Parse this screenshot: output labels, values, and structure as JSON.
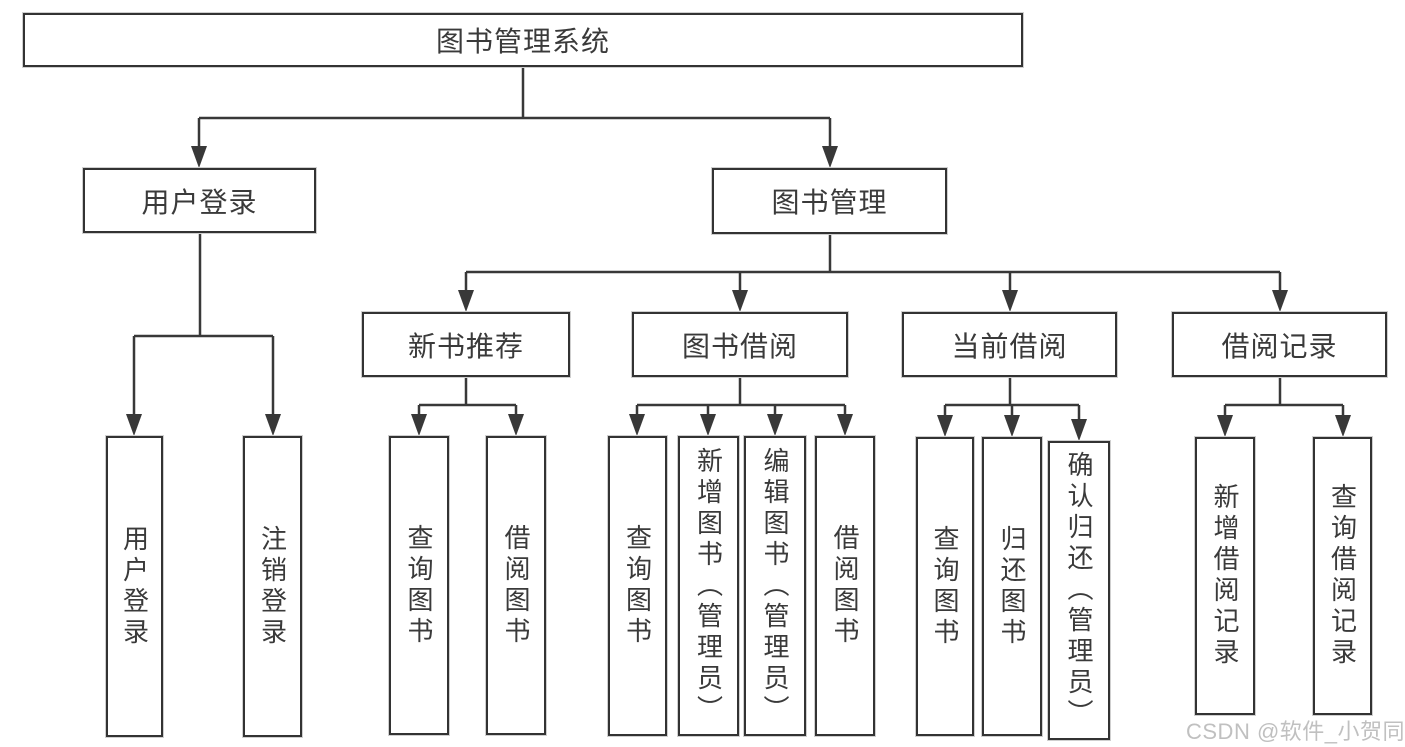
{
  "tree": {
    "label": "图书管理系统",
    "children": [
      {
        "label": "用户登录",
        "children": [
          {
            "label": "用户登录"
          },
          {
            "label": "注销登录"
          }
        ]
      },
      {
        "label": "图书管理",
        "children": [
          {
            "label": "新书推荐",
            "children": [
              {
                "label": "查询图书"
              },
              {
                "label": "借阅图书"
              }
            ]
          },
          {
            "label": "图书借阅",
            "children": [
              {
                "label": "查询图书"
              },
              {
                "label": "新增图书（管理员）"
              },
              {
                "label": "编辑图书（管理员）"
              },
              {
                "label": "借阅图书"
              }
            ]
          },
          {
            "label": "当前借阅",
            "children": [
              {
                "label": "查询图书"
              },
              {
                "label": "归还图书"
              },
              {
                "label": "确认归还（管理员）"
              }
            ]
          },
          {
            "label": "借阅记录",
            "children": [
              {
                "label": "新增借阅记录"
              },
              {
                "label": "查询借阅记录"
              }
            ]
          }
        ]
      }
    ]
  },
  "watermark": {
    "text": "CSDN @软件_小贺同学"
  },
  "colors": {
    "line": "#383838",
    "box_border": "#333333",
    "text": "#3a3a3a",
    "watermark_text": "#c0c0c0",
    "background": "#ffffff"
  }
}
